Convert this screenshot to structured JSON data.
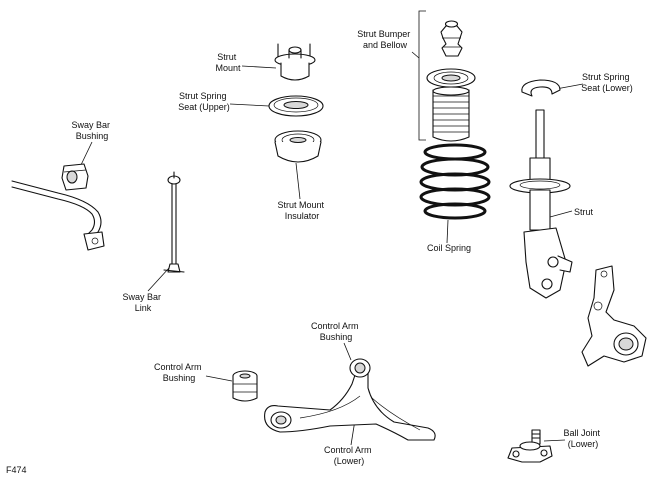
{
  "figure_id": "F474",
  "parts": {
    "strut_bumper": [
      "Strut Bumper",
      "and Bellow"
    ],
    "strut_mount": [
      "Strut",
      "Mount"
    ],
    "spring_seat_upper": [
      "Strut Spring",
      "Seat (Upper)"
    ],
    "strut_mount_insulator": [
      "Strut Mount",
      "Insulator"
    ],
    "sway_bar_bushing": [
      "Sway Bar",
      "Bushing"
    ],
    "sway_bar_link": [
      "Sway Bar",
      "Link"
    ],
    "coil_spring": [
      "Coil Spring"
    ],
    "spring_seat_lower": [
      "Strut Spring",
      "Seat (Lower)"
    ],
    "strut": [
      "Strut"
    ],
    "control_arm_bushing_top": [
      "Control Arm",
      "Bushing"
    ],
    "control_arm_bushing_left": [
      "Control Arm",
      "Bushing"
    ],
    "control_arm_lower": [
      "Control Arm",
      "(Lower)"
    ],
    "ball_joint_lower": [
      "Ball Joint",
      "(Lower)"
    ]
  }
}
